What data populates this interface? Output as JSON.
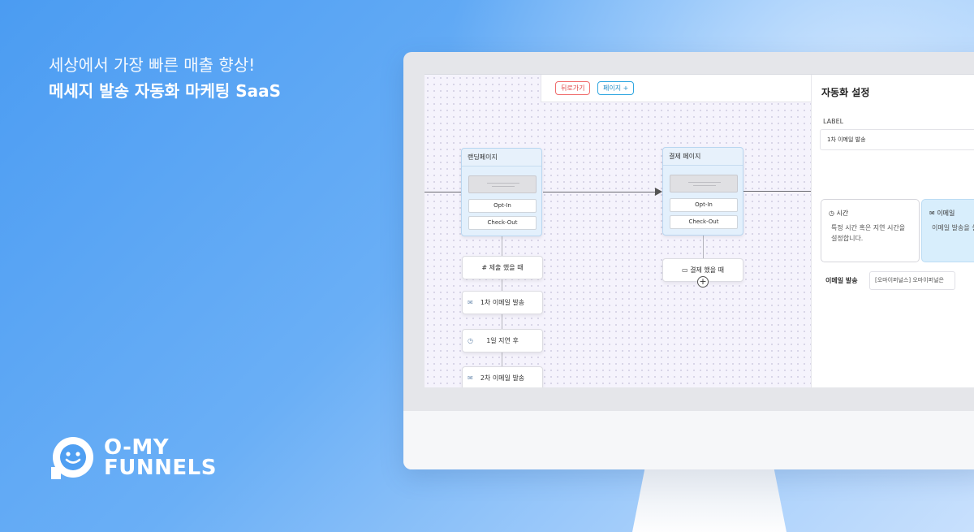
{
  "hero": {
    "line1": "세상에서 가장 빠른 매출 향상!",
    "line2": "메세지 발송 자동화 마케팅 SaaS"
  },
  "brand": {
    "line1": "O-MY",
    "line2": "FUNNELS",
    "logo_icon": "smiley-chat-bubble-icon"
  },
  "toolbar": {
    "back_label": "뒤로가기",
    "add_page_label": "페이지 +"
  },
  "flow": {
    "pages": [
      {
        "title": "랜딩페이지",
        "buttons": [
          "Opt-In",
          "Check-Out"
        ],
        "steps": [
          {
            "icon": "hash-icon",
            "glyph": "#",
            "label": "제출 했을 때"
          },
          {
            "icon": "email-icon",
            "glyph": "✉",
            "label": "1차 이메일 발송"
          },
          {
            "icon": "clock-icon",
            "glyph": "◷",
            "label": "1일 지연 후"
          },
          {
            "icon": "email-icon",
            "glyph": "✉",
            "label": "2차 이메일 발송"
          }
        ]
      },
      {
        "title": "결제 페이지",
        "buttons": [
          "Opt-In",
          "Check-Out"
        ],
        "steps": [
          {
            "icon": "payment-icon",
            "glyph": "▭",
            "label": "결제 했을 때"
          }
        ]
      }
    ]
  },
  "panel": {
    "title": "자동화 설정",
    "label_heading": "LABEL",
    "label_value": "1차 이메일 발송",
    "options": [
      {
        "icon": "clock-icon",
        "glyph": "◷",
        "title": "시간",
        "desc": "특정 시간 혹은 지연 시간을 설정합니다.",
        "selected": false
      },
      {
        "icon": "email-icon",
        "glyph": "✉",
        "title": "이메일",
        "desc": "이메일 발송을 설정합니다.",
        "selected": true
      }
    ],
    "send_label": "이메일 발송",
    "send_value": "[오마이퍼널스] 오마이퍼널은"
  }
}
